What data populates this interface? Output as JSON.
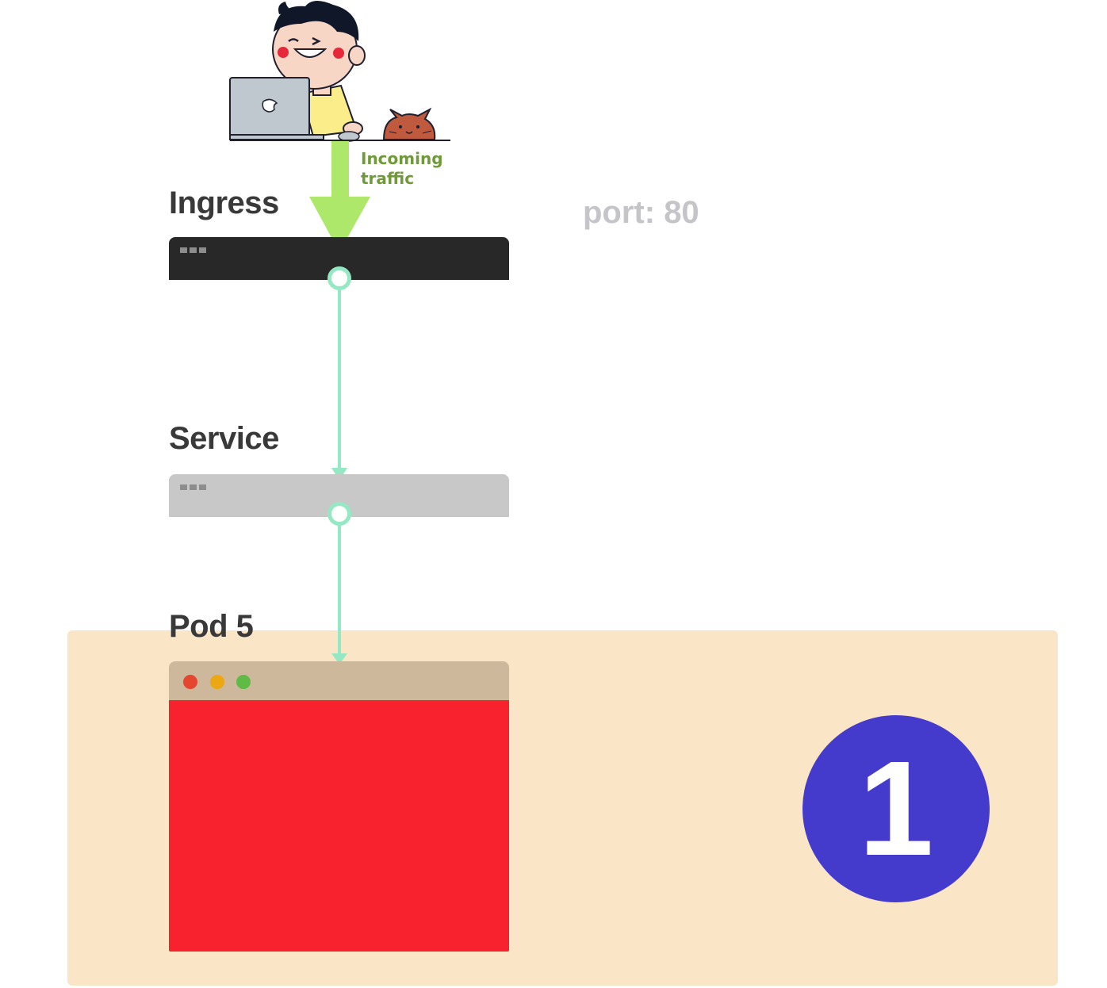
{
  "incoming": {
    "line1": "Incoming",
    "line2": "traffic"
  },
  "ingress": {
    "title": "Ingress"
  },
  "port": {
    "label": "port: 80"
  },
  "service": {
    "title": "Service"
  },
  "pod": {
    "title": "Pod 5",
    "badge": "1"
  },
  "colors": {
    "ingress_bar": "#282828",
    "service_bar": "#c8c8c8",
    "connector": "#94e8c4",
    "traffic_arrow": "#ade86a",
    "traffic_text": "#6f9a3a",
    "pod_panel": "#fbe5c7",
    "pod_titlebar": "#cdb89c",
    "pod_body": "#f8222e",
    "badge": "#443bcd",
    "window_close": "#e4462f",
    "window_minimize": "#eba813",
    "window_maximize": "#5fbb46"
  },
  "icons": {
    "user": "person-with-laptop-illustration",
    "pet": "cat-icon"
  }
}
